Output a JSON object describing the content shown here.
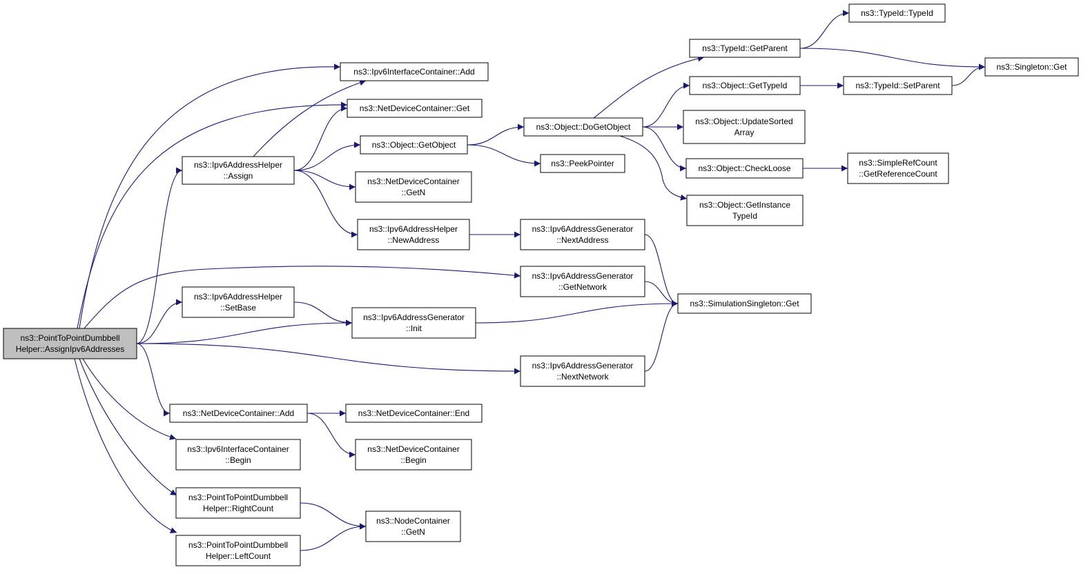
{
  "diagram": {
    "colors": {
      "edge": "#191970",
      "root_fill": "#bfbfbf",
      "node_fill": "#ffffff",
      "border": "#000000"
    },
    "nodes": {
      "root": [
        "ns3::PointToPointDumbbell",
        "Helper::AssignIpv6Addresses"
      ],
      "ipv6ic_add": [
        "ns3::Ipv6InterfaceContainer::Add"
      ],
      "ndc_get": [
        "ns3::NetDeviceContainer::Get"
      ],
      "v6ah_assign": [
        "ns3::Ipv6AddressHelper",
        "::Assign"
      ],
      "obj_getobject": [
        "ns3::Object::GetObject"
      ],
      "ndc_getn": [
        "ns3::NetDeviceContainer",
        "::GetN"
      ],
      "v6ah_newaddr": [
        "ns3::Ipv6AddressHelper",
        "::NewAddress"
      ],
      "obj_dogetobject": [
        "ns3::Object::DoGetObject"
      ],
      "peekpointer": [
        "ns3::PeekPointer"
      ],
      "v6ag_nextaddr": [
        "ns3::Ipv6AddressGenerator",
        "::NextAddress"
      ],
      "typeid_getparent": [
        "ns3::TypeId::GetParent"
      ],
      "typeid_typeid": [
        "ns3::TypeId::TypeId"
      ],
      "singleton_get": [
        "ns3::Singleton::Get"
      ],
      "obj_gettypeid": [
        "ns3::Object::GetTypeId"
      ],
      "typeid_setparent": [
        "ns3::TypeId::SetParent"
      ],
      "obj_updatesorted": [
        "ns3::Object::UpdateSorted",
        "Array"
      ],
      "obj_checkloose": [
        "ns3::Object::CheckLoose"
      ],
      "srefcount_getref": [
        "ns3::SimpleRefCount",
        "::GetReferenceCount"
      ],
      "obj_getinstance": [
        "ns3::Object::GetInstance",
        "TypeId"
      ],
      "v6ag_getnetwork": [
        "ns3::Ipv6AddressGenerator",
        "::GetNetwork"
      ],
      "v6ah_setbase": [
        "ns3::Ipv6AddressHelper",
        "::SetBase"
      ],
      "v6ag_init": [
        "ns3::Ipv6AddressGenerator",
        "::Init"
      ],
      "simsingleton_get": [
        "ns3::SimulationSingleton::Get"
      ],
      "v6ag_nextnetwork": [
        "ns3::Ipv6AddressGenerator",
        "::NextNetwork"
      ],
      "ndc_add": [
        "ns3::NetDeviceContainer::Add"
      ],
      "ndc_end": [
        "ns3::NetDeviceContainer::End"
      ],
      "ndc_begin": [
        "ns3::NetDeviceContainer",
        "::Begin"
      ],
      "ipv6ic_begin": [
        "ns3::Ipv6InterfaceContainer",
        "::Begin"
      ],
      "p2pd_rightcount": [
        "ns3::PointToPointDumbbell",
        "Helper::RightCount"
      ],
      "p2pd_leftcount": [
        "ns3::PointToPointDumbbell",
        "Helper::LeftCount"
      ],
      "nc_getn": [
        "ns3::NodeContainer",
        "::GetN"
      ]
    },
    "edges": [
      [
        "root",
        "ipv6ic_add"
      ],
      [
        "root",
        "ndc_get"
      ],
      [
        "root",
        "v6ah_assign"
      ],
      [
        "root",
        "v6ag_getnetwork"
      ],
      [
        "root",
        "v6ah_setbase"
      ],
      [
        "root",
        "v6ag_init"
      ],
      [
        "root",
        "v6ag_nextnetwork"
      ],
      [
        "root",
        "ndc_add"
      ],
      [
        "root",
        "ipv6ic_begin"
      ],
      [
        "root",
        "p2pd_rightcount"
      ],
      [
        "root",
        "p2pd_leftcount"
      ],
      [
        "v6ah_assign",
        "ipv6ic_add"
      ],
      [
        "v6ah_assign",
        "ndc_get"
      ],
      [
        "v6ah_assign",
        "obj_getobject"
      ],
      [
        "v6ah_assign",
        "ndc_getn"
      ],
      [
        "v6ah_assign",
        "v6ah_newaddr"
      ],
      [
        "obj_getobject",
        "obj_dogetobject"
      ],
      [
        "obj_getobject",
        "peekpointer"
      ],
      [
        "obj_dogetobject",
        "typeid_getparent"
      ],
      [
        "obj_dogetobject",
        "obj_gettypeid"
      ],
      [
        "obj_dogetobject",
        "obj_updatesorted"
      ],
      [
        "obj_dogetobject",
        "obj_checkloose"
      ],
      [
        "obj_dogetobject",
        "obj_getinstance"
      ],
      [
        "typeid_getparent",
        "typeid_typeid"
      ],
      [
        "typeid_getparent",
        "singleton_get"
      ],
      [
        "obj_gettypeid",
        "typeid_setparent"
      ],
      [
        "typeid_setparent",
        "singleton_get"
      ],
      [
        "obj_checkloose",
        "srefcount_getref"
      ],
      [
        "v6ah_newaddr",
        "v6ag_nextaddr"
      ],
      [
        "v6ag_nextaddr",
        "simsingleton_get"
      ],
      [
        "v6ag_getnetwork",
        "simsingleton_get"
      ],
      [
        "v6ah_setbase",
        "v6ag_init"
      ],
      [
        "v6ag_init",
        "simsingleton_get"
      ],
      [
        "v6ag_nextnetwork",
        "simsingleton_get"
      ],
      [
        "ndc_add",
        "ndc_end"
      ],
      [
        "ndc_add",
        "ndc_begin"
      ],
      [
        "p2pd_rightcount",
        "nc_getn"
      ],
      [
        "p2pd_leftcount",
        "nc_getn"
      ]
    ]
  }
}
